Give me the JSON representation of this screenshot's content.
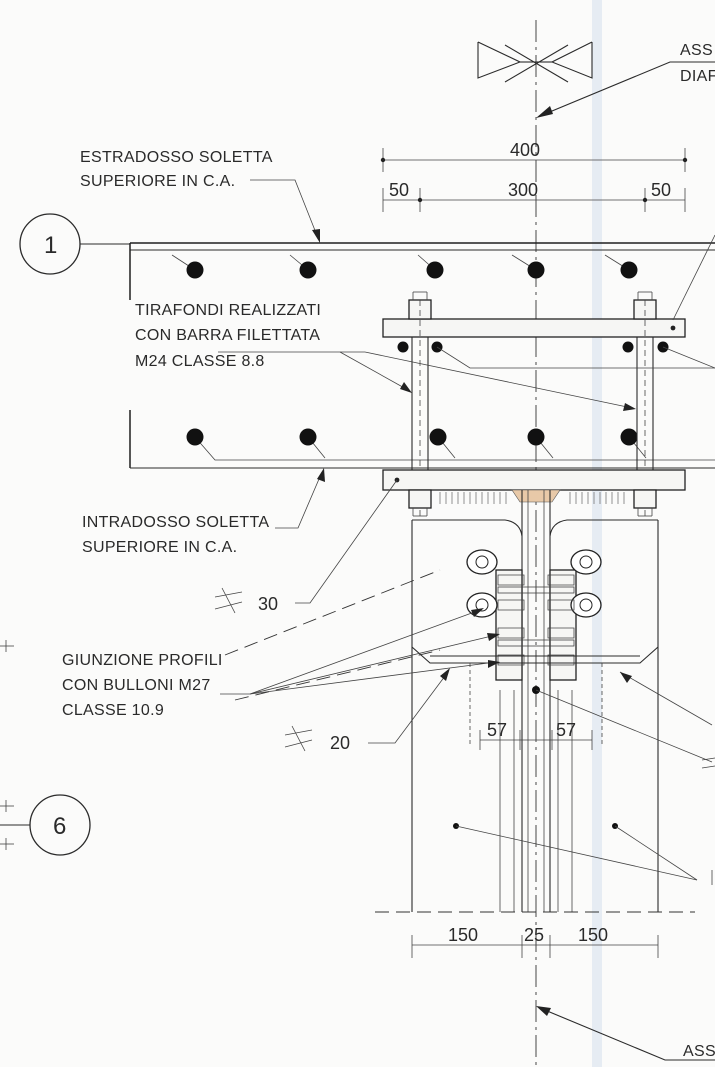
{
  "labels": {
    "top_axis_line1": "ASS",
    "top_axis_line2": "DIAF",
    "estradosso_line1": "ESTRADOSSO SOLETTA",
    "estradosso_line2": "SUPERIORE IN C.A.",
    "tirafondi_line1": "TIRAFONDI REALIZZATI",
    "tirafondi_line2": "CON BARRA FILETTATA",
    "tirafondi_line3": "M24 CLASSE 8.8",
    "intradosso_line1": "INTRADOSSO SOLETTA",
    "intradosso_line2": "SUPERIORE IN C.A.",
    "giunzione_line1": "GIUNZIONE PROFILI",
    "giunzione_line2": "CON BULLONI M27",
    "giunzione_line3": "CLASSE 10.9",
    "bottom_axis": "ASS"
  },
  "markers": {
    "section_1": "1",
    "section_6": "6"
  },
  "thickness": {
    "plate_30": "30",
    "plate_20": "20"
  },
  "dimensions": {
    "overall_width": "400",
    "edge_left": "50",
    "bolt_spacing": "300",
    "edge_right": "50",
    "bolt_offset_left": "57",
    "bolt_offset_right": "57",
    "flange_left": "150",
    "web": "25",
    "flange_right": "150"
  },
  "colors": {
    "line": "#2b2b2b",
    "paper": "#fbfbfa",
    "rebar": "#111111"
  }
}
